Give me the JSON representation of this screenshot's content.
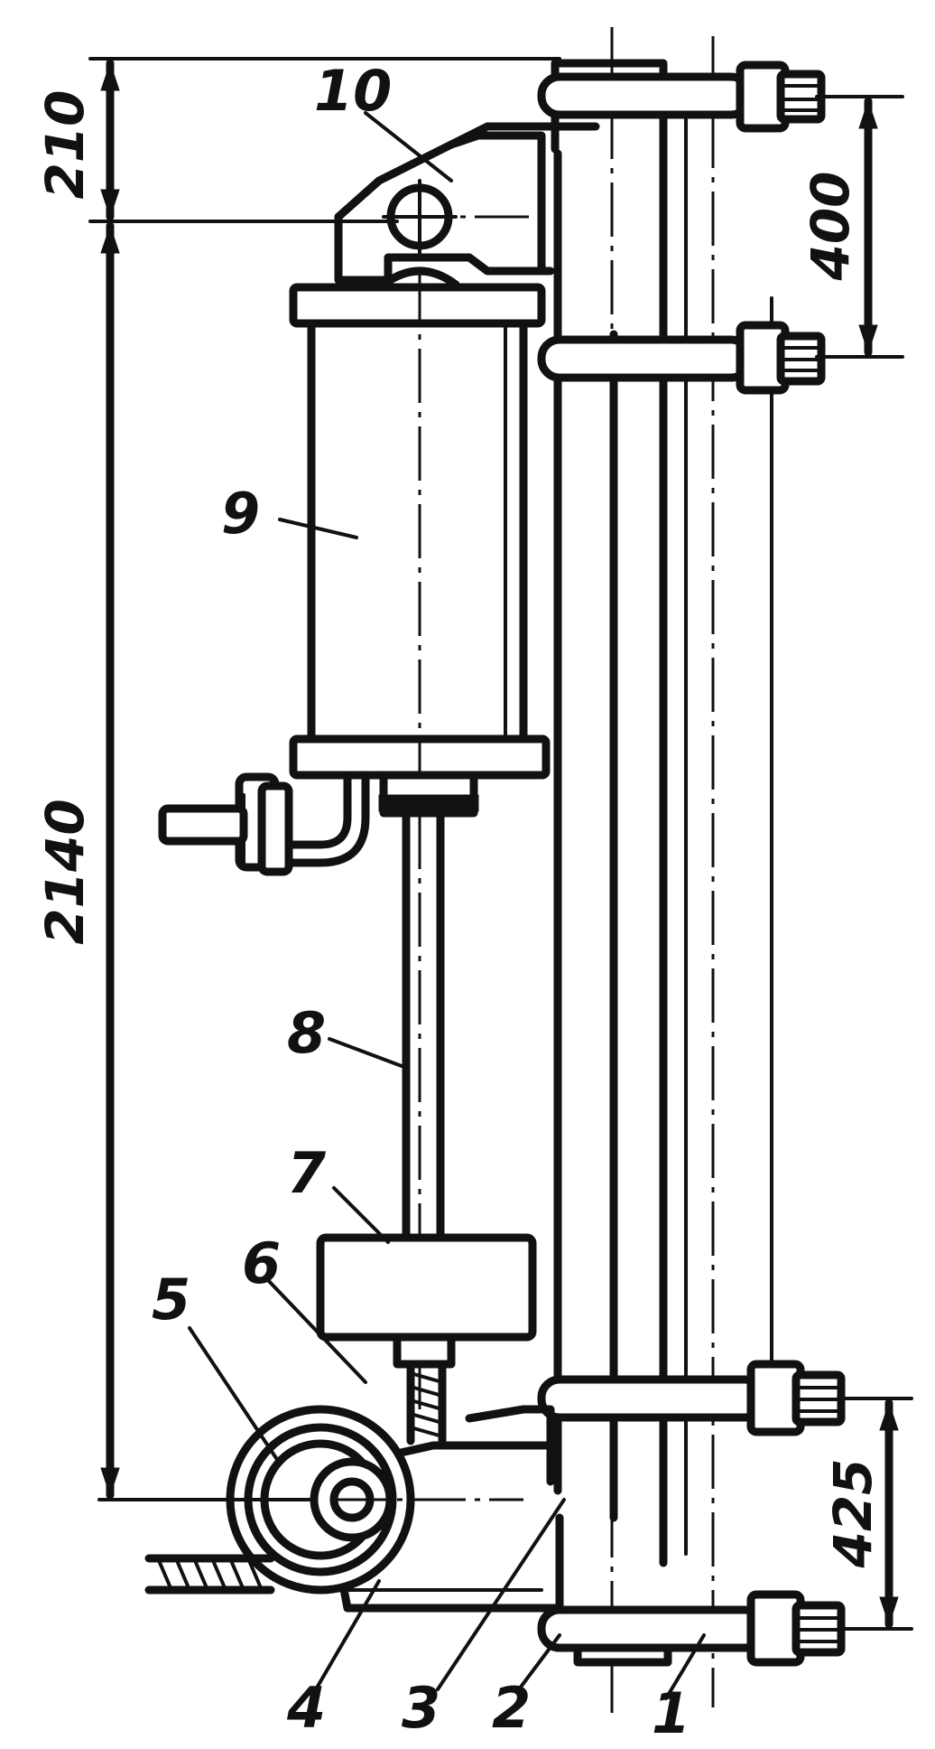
{
  "labels": {
    "p1": "1",
    "p2": "2",
    "p3": "3",
    "p4": "4",
    "p5": "5",
    "p6": "6",
    "p7": "7",
    "p8": "8",
    "p9": "9",
    "p10": "10"
  },
  "dimensions": {
    "top": "210",
    "main": "2140",
    "upper_bolts": "400",
    "lower_bolts": "425"
  }
}
